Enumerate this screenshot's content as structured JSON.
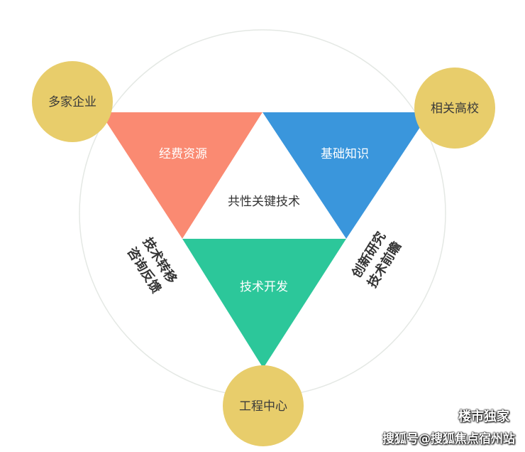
{
  "nodes": {
    "top_left": "多家企业",
    "top_right": "相关高校",
    "bottom": "工程中心"
  },
  "triangles": {
    "left": "经费资源",
    "right": "基础知识",
    "bottom": "技术开发",
    "center": "共性关键技术"
  },
  "sides": {
    "left_line1": "技术转移",
    "left_line2": "咨询反馈",
    "right_line1": "创新研究",
    "right_line2": "技术前瞻"
  },
  "colors": {
    "node": "#E8CD6B",
    "left_triangle": "#FA8A72",
    "right_triangle": "#3A96DC",
    "bottom_triangle": "#2CC79A",
    "ring": "#E4E8E4"
  },
  "watermark": {
    "brand": "楼市独家",
    "source": "搜狐号@搜狐焦点宿州站"
  }
}
